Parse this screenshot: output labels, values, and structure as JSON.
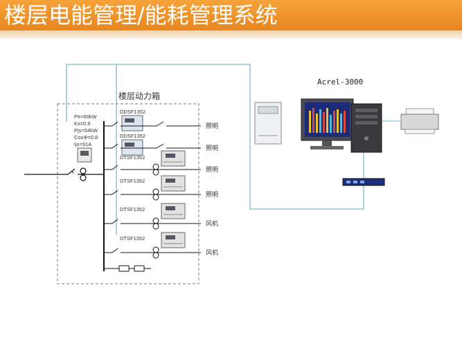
{
  "title": "楼层电能管理/能耗管理系统",
  "panel": {
    "title": "楼层动力箱",
    "params": [
      "Pe=60kW",
      "Kx=0.9",
      "Pjs=54kW",
      "CosΦ=0.8",
      "Ijs=91A"
    ]
  },
  "meters": [
    "DDSF1352",
    "DDSF1352",
    "DTSF1352",
    "DTSF1352",
    "DTSF1352",
    "DTSF1352"
  ],
  "loads": [
    "照明",
    "照明",
    "照明",
    "照明",
    "风机",
    "风机"
  ],
  "system": {
    "label": "Acrel-3000"
  },
  "colors": {
    "banner": "#ee8f25",
    "comm_line": "#8ec7cf"
  }
}
